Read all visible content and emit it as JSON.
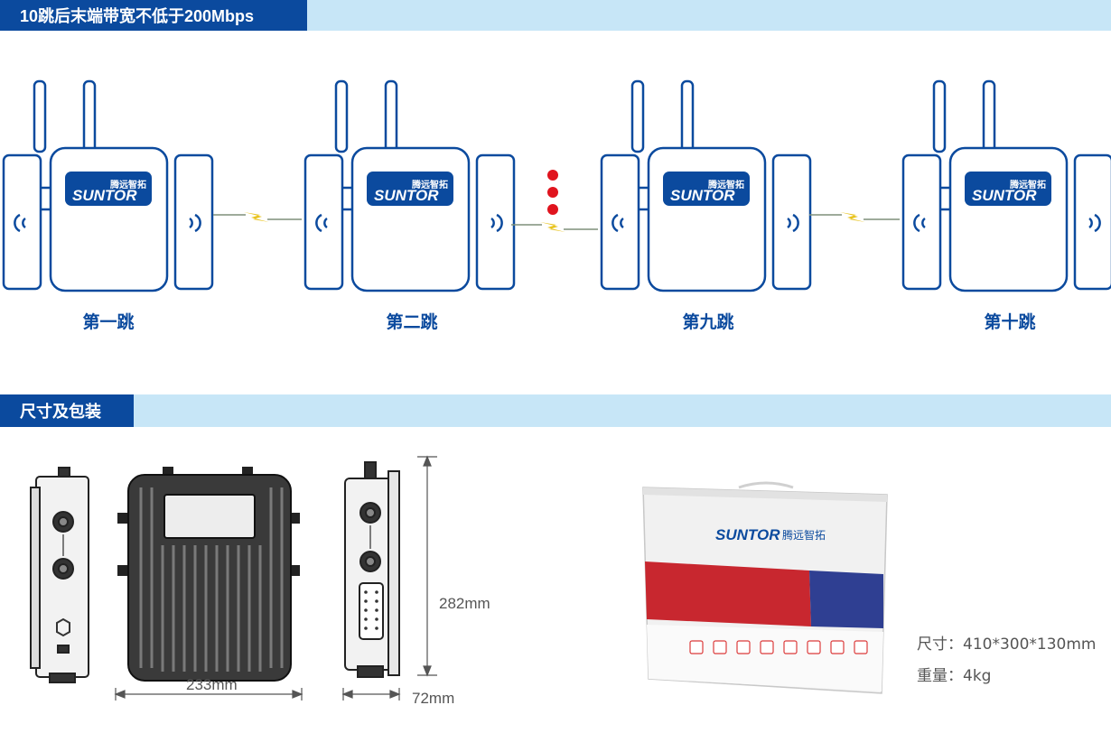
{
  "section1": {
    "title": "10跳后末端带宽不低于200Mbps"
  },
  "hops": [
    {
      "label": "第一跳"
    },
    {
      "label": "第二跳"
    },
    {
      "label": "第九跳"
    },
    {
      "label": "第十跳"
    }
  ],
  "device_logo": {
    "cn": "腾远智拓",
    "en": "SUNTOR"
  },
  "section2": {
    "title": "尺寸及包装"
  },
  "dimensions": {
    "height": "282mm",
    "width": "233mm",
    "depth": "72mm"
  },
  "package": {
    "brand_en": "SUNTOR",
    "brand_cn": "腾远智拓",
    "size": "尺寸：410*300*130mm",
    "weight": "重量：4kg"
  },
  "colors": {
    "brand_blue": "#0b4a9e",
    "bar_light": "#c7e6f7",
    "dot_red": "#e0141e",
    "link_yellow": "#e8c21a"
  }
}
